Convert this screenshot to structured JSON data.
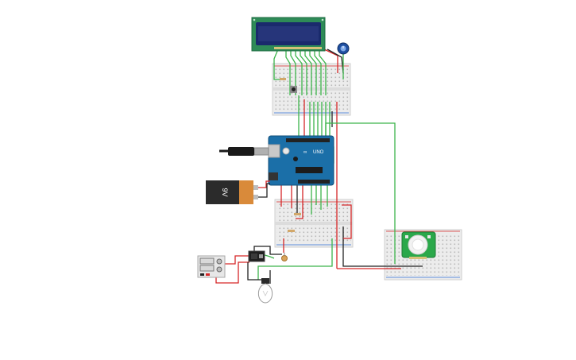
{
  "components": {
    "lcd": {
      "name": "lcd-16x2",
      "color_pcb": "#2e8b57",
      "color_screen": "#1a2a6c"
    },
    "potentiometer": {
      "name": "potentiometer",
      "color": "#1f4fa0"
    },
    "arduino": {
      "name": "arduino-uno",
      "label": "UNO",
      "color": "#1b6fa8"
    },
    "battery": {
      "name": "battery-9v",
      "label": "9V",
      "color_top": "#2b2b2b",
      "color_bottom": "#d98a3a"
    },
    "usb": {
      "name": "usb-cable"
    },
    "pir": {
      "name": "pir-motion-sensor",
      "color": "#2aa84a"
    },
    "relay": {
      "name": "relay-module"
    },
    "power_supply": {
      "name": "power-supply"
    },
    "bulb": {
      "name": "light-bulb"
    },
    "photoresistor": {
      "name": "photoresistor"
    }
  },
  "wire_colors": {
    "green": "#3cb44b",
    "red": "#d62728",
    "black": "#222222",
    "blue": "#2f6fd6"
  }
}
